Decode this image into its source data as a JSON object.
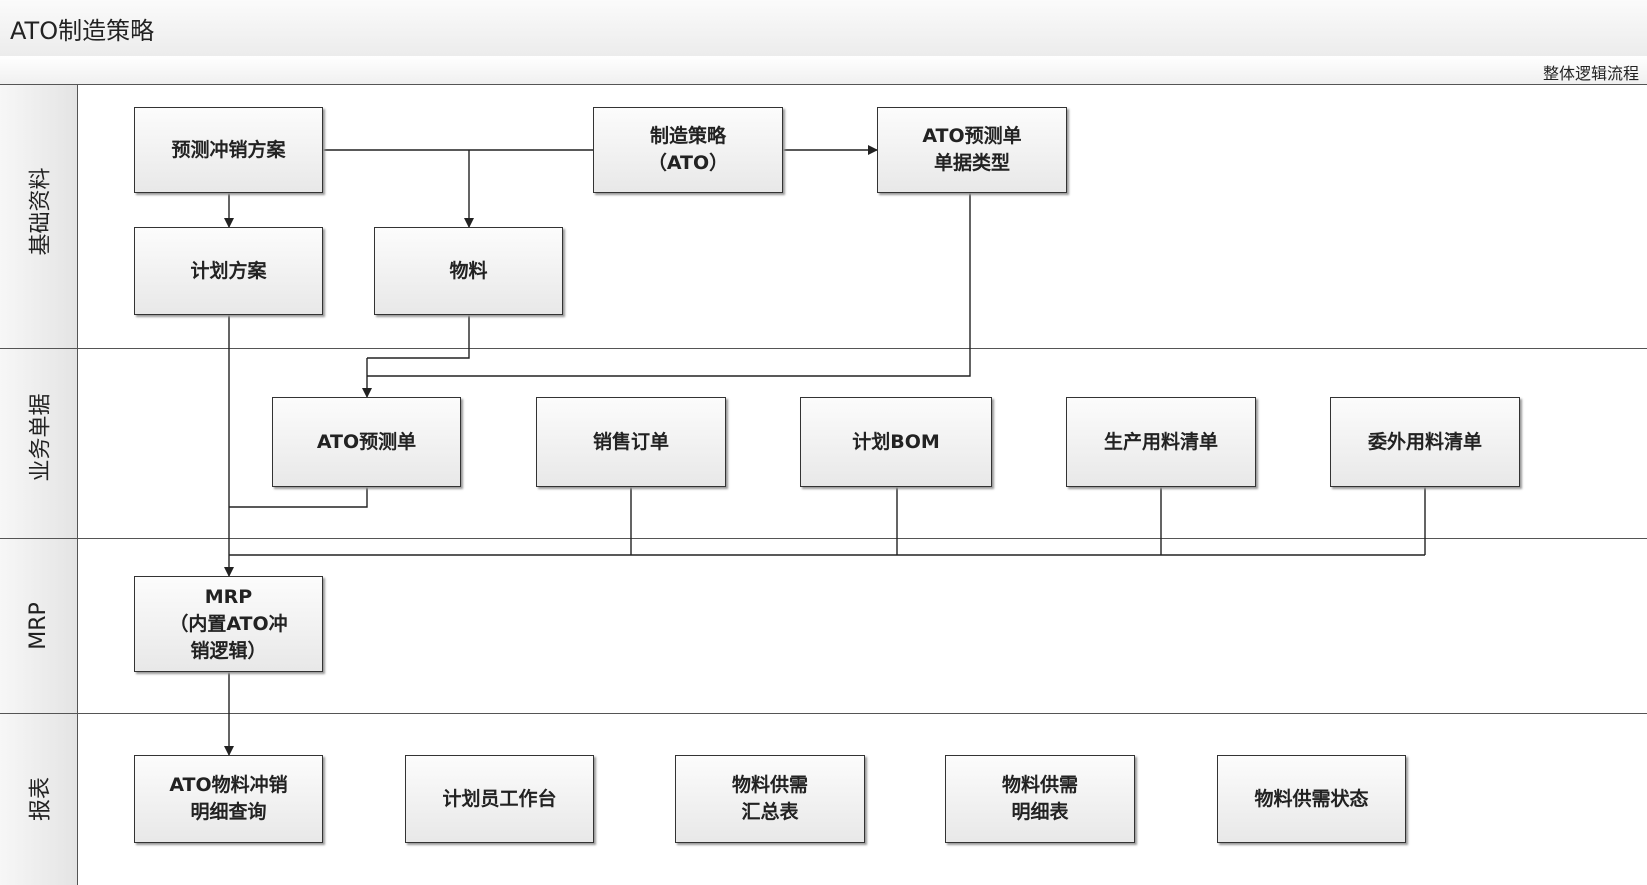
{
  "title": "ATO制造策略",
  "subtitle": "整体逻辑流程",
  "lanes": [
    "基础资料",
    "业务单据",
    "MRP",
    "报表"
  ],
  "nodes": {
    "forecast_offset_plan": "预测冲销方案",
    "mfg_strategy": "制造策略\n（ATO）",
    "ato_forecast_doc_type": "ATO预测单\n单据类型",
    "planning_scheme": "计划方案",
    "material": "物料",
    "ato_forecast": "ATO预测单",
    "sales_order": "销售订单",
    "planning_bom": "计划BOM",
    "production_bom": "生产用料清单",
    "outsourcing_bom": "委外用料清单",
    "mrp": "MRP\n（内置ATO冲\n销逻辑）",
    "ato_offset_detail": "ATO物料冲销\n明细查询",
    "planner_workbench": "计划员工作台",
    "supply_demand_summary": "物料供需\n汇总表",
    "supply_demand_detail": "物料供需\n明细表",
    "supply_demand_status": "物料供需状态"
  }
}
